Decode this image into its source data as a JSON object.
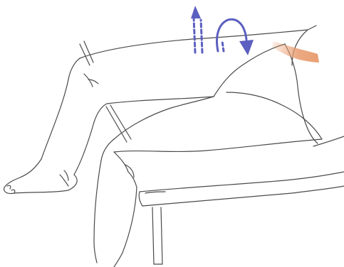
{
  "figure": {
    "background_color": "#ffffff",
    "line_color": "#4a4a4a",
    "arrow_color": "#5b5fbf",
    "pain_marker_color": "#e89a6c",
    "elements": {
      "lift_arrow": "arrow-up-icon",
      "rotation_arrow": "rotate-arrow-icon",
      "pain_marker": "pain-highlight",
      "table": "examination-table",
      "chair": "chair-frame"
    }
  }
}
